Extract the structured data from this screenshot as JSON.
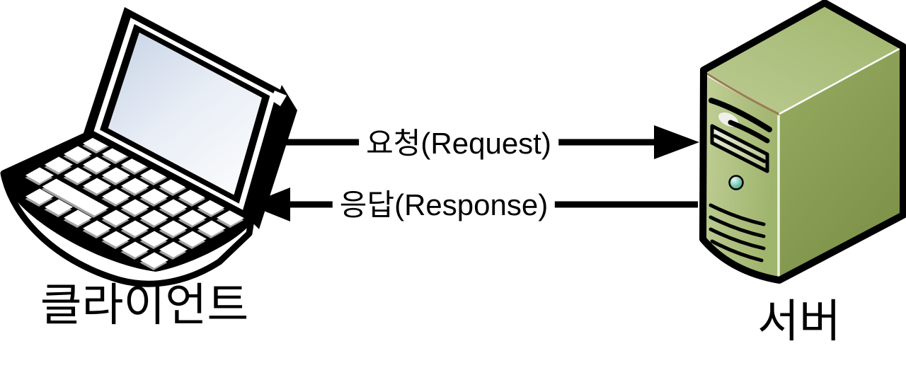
{
  "diagram": {
    "client": {
      "label": "클라이언트",
      "icon": "laptop-icon"
    },
    "server": {
      "label": "서버",
      "icon": "server-tower-icon"
    },
    "arrows": {
      "request": {
        "label": "요청(Request)",
        "direction": "left-to-right"
      },
      "response": {
        "label": "응답(Response)",
        "direction": "right-to-left"
      }
    },
    "colors": {
      "background": "#ffffff",
      "outline": "#000000",
      "text": "#000000",
      "server_top_face": "#b0c283",
      "server_front_face": "#b7c88d",
      "server_side_face": "#879c52",
      "server_top_edge_brown": "#9b7b55",
      "server_power_button": "#35a28b",
      "laptop_screen_blue": "#d7e0ee",
      "key_cap": "#ffffff",
      "key_side": "#a3a3a3"
    }
  }
}
